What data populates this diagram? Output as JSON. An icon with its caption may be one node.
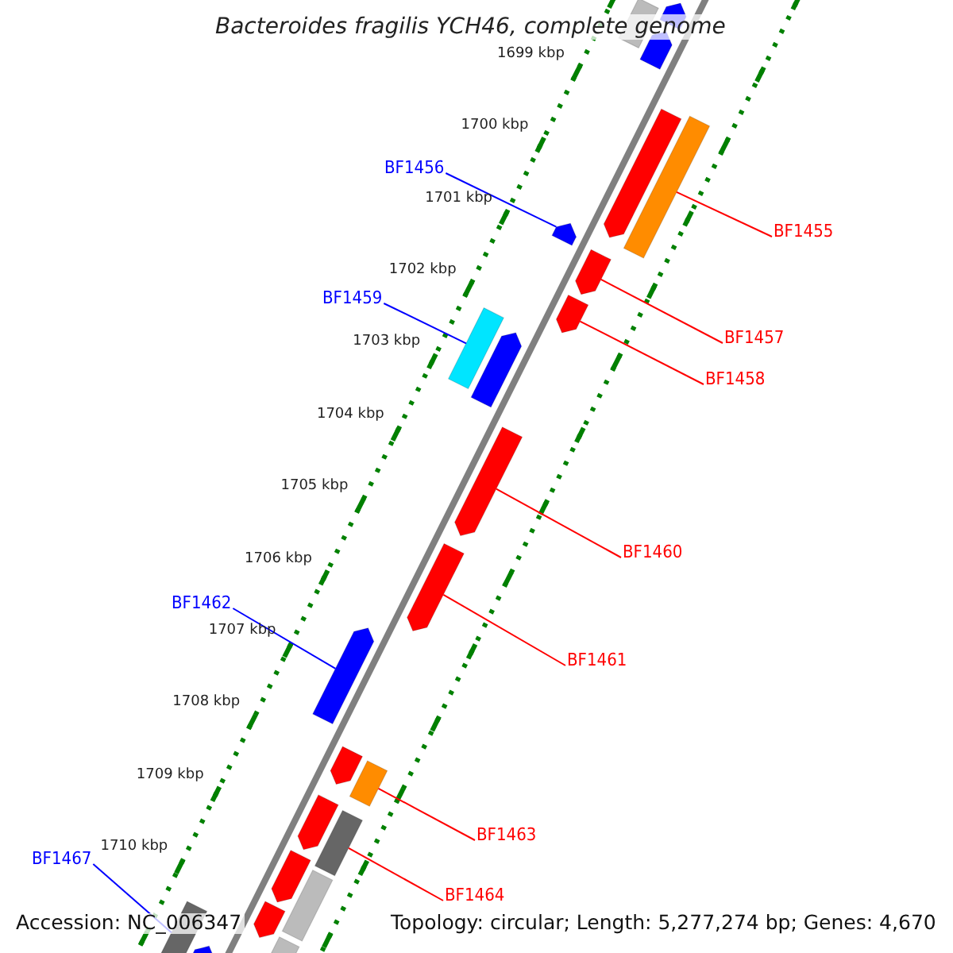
{
  "diagram": {
    "title": "Bacteroides fragilis YCH46, complete genome",
    "nodes": [
      {
        "text": [
          "BF1456"
        ]
      },
      {
        "text": [
          "BF1455"
        ]
      },
      {
        "text": [
          "BF1459"
        ]
      },
      {
        "text": [
          "BF1457"
        ]
      },
      {
        "text": [
          "BF1458"
        ]
      },
      {
        "text": [
          "BF1460"
        ]
      },
      {
        "text": [
          "BF1462"
        ]
      },
      {
        "text": [
          "BF1461"
        ]
      },
      {
        "text": [
          "BF1463"
        ]
      },
      {
        "text": [
          "BF1467"
        ]
      },
      {
        "text": [
          "BF1464"
        ]
      },
      {
        "text": [],
        "shape": "bar"
      },
      {
        "text": [],
        "shape": "bar"
      },
      {
        "text": [],
        "shape": "bar"
      },
      {
        "text": [],
        "shape": "bar"
      },
      {
        "text": [],
        "shape": "bar"
      },
      {
        "text": [],
        "shape": "bar"
      },
      {
        "text": [],
        "shape": "bar"
      },
      {
        "text": [],
        "shape": "bar"
      },
      {
        "text": [],
        "shape": "bar"
      },
      {
        "text": [],
        "shape": "bar"
      },
      {
        "text": [],
        "shape": "bar"
      },
      {
        "text": [],
        "shape": "bar"
      },
      {
        "text": [],
        "shape": "bar"
      },
      {
        "text": [],
        "shape": "bar"
      },
      {
        "text": [],
        "shape": "bar"
      },
      {
        "text": [],
        "shape": "bar"
      },
      {
        "text": [],
        "shape": "bar"
      },
      {
        "text": [],
        "shape": "bar"
      },
      {
        "text": [],
        "shape": "bar"
      },
      {
        "text": [],
        "shape": "bar"
      },
      {
        "text": [],
        "shape": "bar"
      },
      {
        "text": [],
        "shape": "bar"
      },
      {
        "text": [],
        "shape": "bar"
      }
    ],
    "edges": [
      {
        "from": 0,
        "to": 16,
        "arrow": "none",
        "color": "#0000ff"
      },
      {
        "from": 1,
        "to": 15,
        "arrow": "none"
      },
      {
        "from": 2,
        "to": 19,
        "arrow": "none",
        "color": "#0000ff"
      },
      {
        "from": 3,
        "to": 17,
        "arrow": "none"
      },
      {
        "from": 4,
        "to": 18,
        "arrow": "none"
      },
      {
        "from": 5,
        "to": 21,
        "arrow": "none"
      },
      {
        "from": 6,
        "to": 23,
        "arrow": "none",
        "color": "#0000ff"
      },
      {
        "from": 7,
        "to": 22,
        "arrow": "none"
      },
      {
        "from": 8,
        "to": 25,
        "arrow": "none"
      },
      {
        "from": 9,
        "to": 32,
        "arrow": "none",
        "color": "#0000ff"
      },
      {
        "from": 10,
        "to": 27,
        "arrow": "none"
      }
    ],
    "labels": [
      "1699 kbp",
      "1700 kbp",
      "1701 kbp",
      "1702 kbp",
      "1703 kbp",
      "1704 kbp",
      "1705 kbp",
      "1706 kbp",
      "1707 kbp",
      "1708 kbp",
      "1709 kbp",
      "1710 kbp",
      "Accession: NC_006347",
      "Topology: circular; Length: 5,277,274 bp; Genes: 4,670"
    ]
  }
}
